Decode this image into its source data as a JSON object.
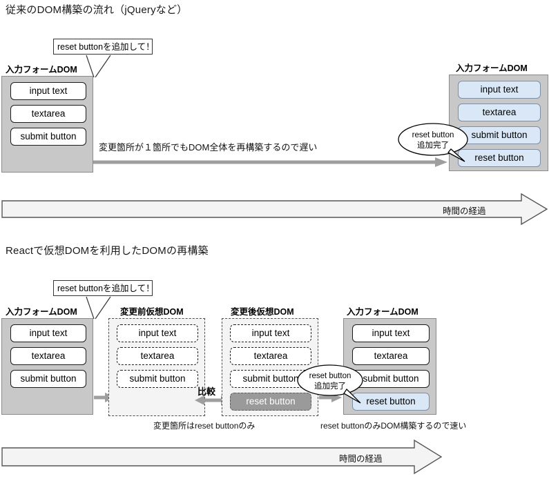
{
  "sections": [
    {
      "title": "従来のDOM構築の流れ（jQueryなど）",
      "callout": "reset buttonを追加して！",
      "left_dom": {
        "label": "入力フォームDOM",
        "items": [
          "input text",
          "textarea",
          "submit button"
        ]
      },
      "flow_caption": "変更箇所が１箇所でもDOM全体を再構築するので遅い",
      "right_dom": {
        "label": "入力フォームDOM",
        "items": [
          "input text",
          "textarea",
          "submit button",
          "reset button"
        ]
      },
      "bubble": {
        "line1": "reset button",
        "line2": "追加完了"
      },
      "time_arrow": "時間の経過"
    },
    {
      "title": "Reactで仮想DOMを利用したDOMの再構築",
      "callout": "reset buttonを追加して！",
      "left_dom": {
        "label": "入力フォームDOM",
        "items": [
          "input text",
          "textarea",
          "submit button"
        ]
      },
      "vdom_before": {
        "label": "変更前仮想DOM",
        "items": [
          "input text",
          "textarea",
          "submit button"
        ]
      },
      "vdom_after": {
        "label": "変更後仮想DOM",
        "items": [
          "input text",
          "textarea",
          "submit button"
        ],
        "changed_item": "reset button"
      },
      "compare_label": "比較",
      "vdom_caption": "変更箇所はreset buttonのみ",
      "right_dom": {
        "label": "入力フォームDOM",
        "items": [
          "input text",
          "textarea",
          "submit button"
        ],
        "highlight_item": "reset button"
      },
      "right_caption": "reset buttonのみDOM構築するので速い",
      "bubble": {
        "line1": "reset button",
        "line2": "追加完了"
      },
      "time_arrow": "時間の経過"
    }
  ],
  "colors": {
    "dom_fill": "#c8c8c8",
    "chip_blue": "#d9e7f7",
    "chip_gray": "#9a9a9a",
    "arrow_gray": "#9e9e9e",
    "vdom_fill": "#f4f4f4"
  }
}
